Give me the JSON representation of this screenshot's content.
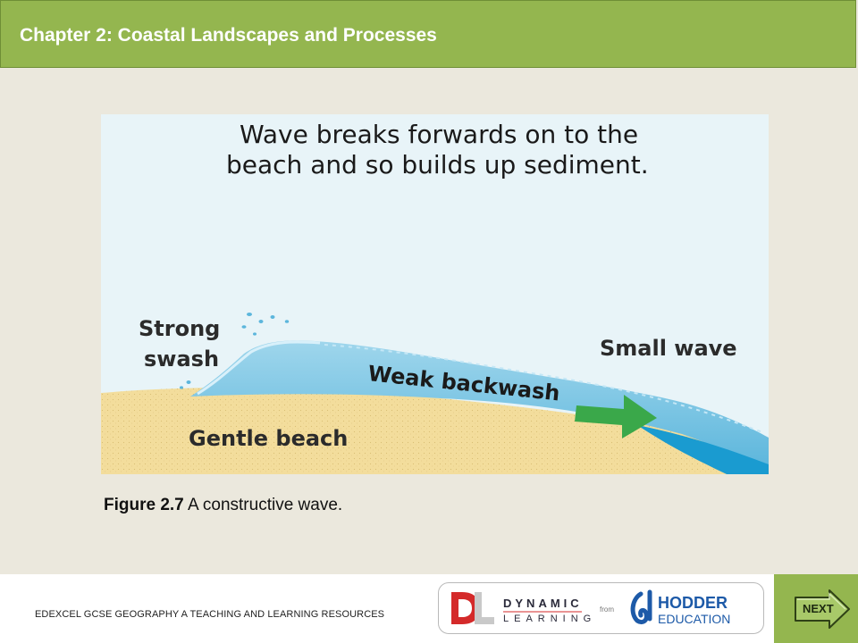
{
  "header": {
    "title": "Chapter 2: Coastal Landscapes and Processes"
  },
  "figure": {
    "heading_line1": "Wave breaks forwards on to the",
    "heading_line2": "beach and so builds up sediment.",
    "strong_swash_line1": "Strong",
    "strong_swash_line2": "swash",
    "small_wave": "Small wave",
    "weak_backwash": "Weak backwash",
    "gentle_beach": "Gentle beach",
    "colors": {
      "sky": "#e6f3f8",
      "water": "#7fc7e4",
      "water_dark": "#1a9bd0",
      "sand": "#f2dd9c",
      "arrow": "#3aa84a"
    }
  },
  "caption": {
    "label": "Figure 2.7",
    "text": "A constructive wave."
  },
  "footer": {
    "resources_text": "EDEXCEL GCSE GEOGRAPHY A TEACHING AND LEARNING RESOURCES",
    "dynamic_logo_line1": "DYNAMIC",
    "dynamic_logo_line2": "LEARNING",
    "dl_mark": "DL",
    "from_text": "from",
    "hodder_line1": "HODDER",
    "hodder_line2": "EDUCATION",
    "next_label": "NEXT"
  }
}
